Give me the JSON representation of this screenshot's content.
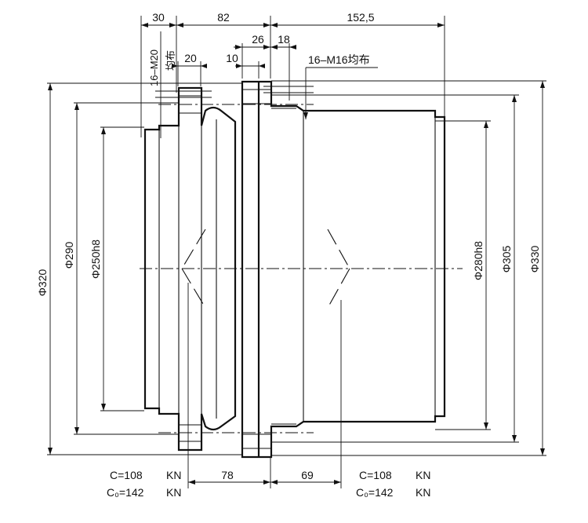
{
  "dimensions": {
    "top_30": "30",
    "top_82": "82",
    "top_152_5": "152,5",
    "top_26": "26",
    "top_18": "18",
    "top_10": "10",
    "top_20": "20",
    "bolt_left": "16–M20",
    "bolt_left_note": "均布",
    "bolt_right": "16–M16均布",
    "dia_320": "Φ320",
    "dia_290": "Φ290",
    "dia_250h8": "Φ250h8",
    "dia_280h8": "Φ280h8",
    "dia_305": "Φ305",
    "dia_330": "Φ330",
    "bottom_78": "78",
    "bottom_69": "69"
  },
  "load_ratings": {
    "left": {
      "c": "C=108",
      "c_unit": "KN",
      "c0": "C₀=142",
      "c0_unit": "KN"
    },
    "right": {
      "c": "C=108",
      "c_unit": "KN",
      "c0": "C₀=142",
      "c0_unit": "KN"
    }
  }
}
